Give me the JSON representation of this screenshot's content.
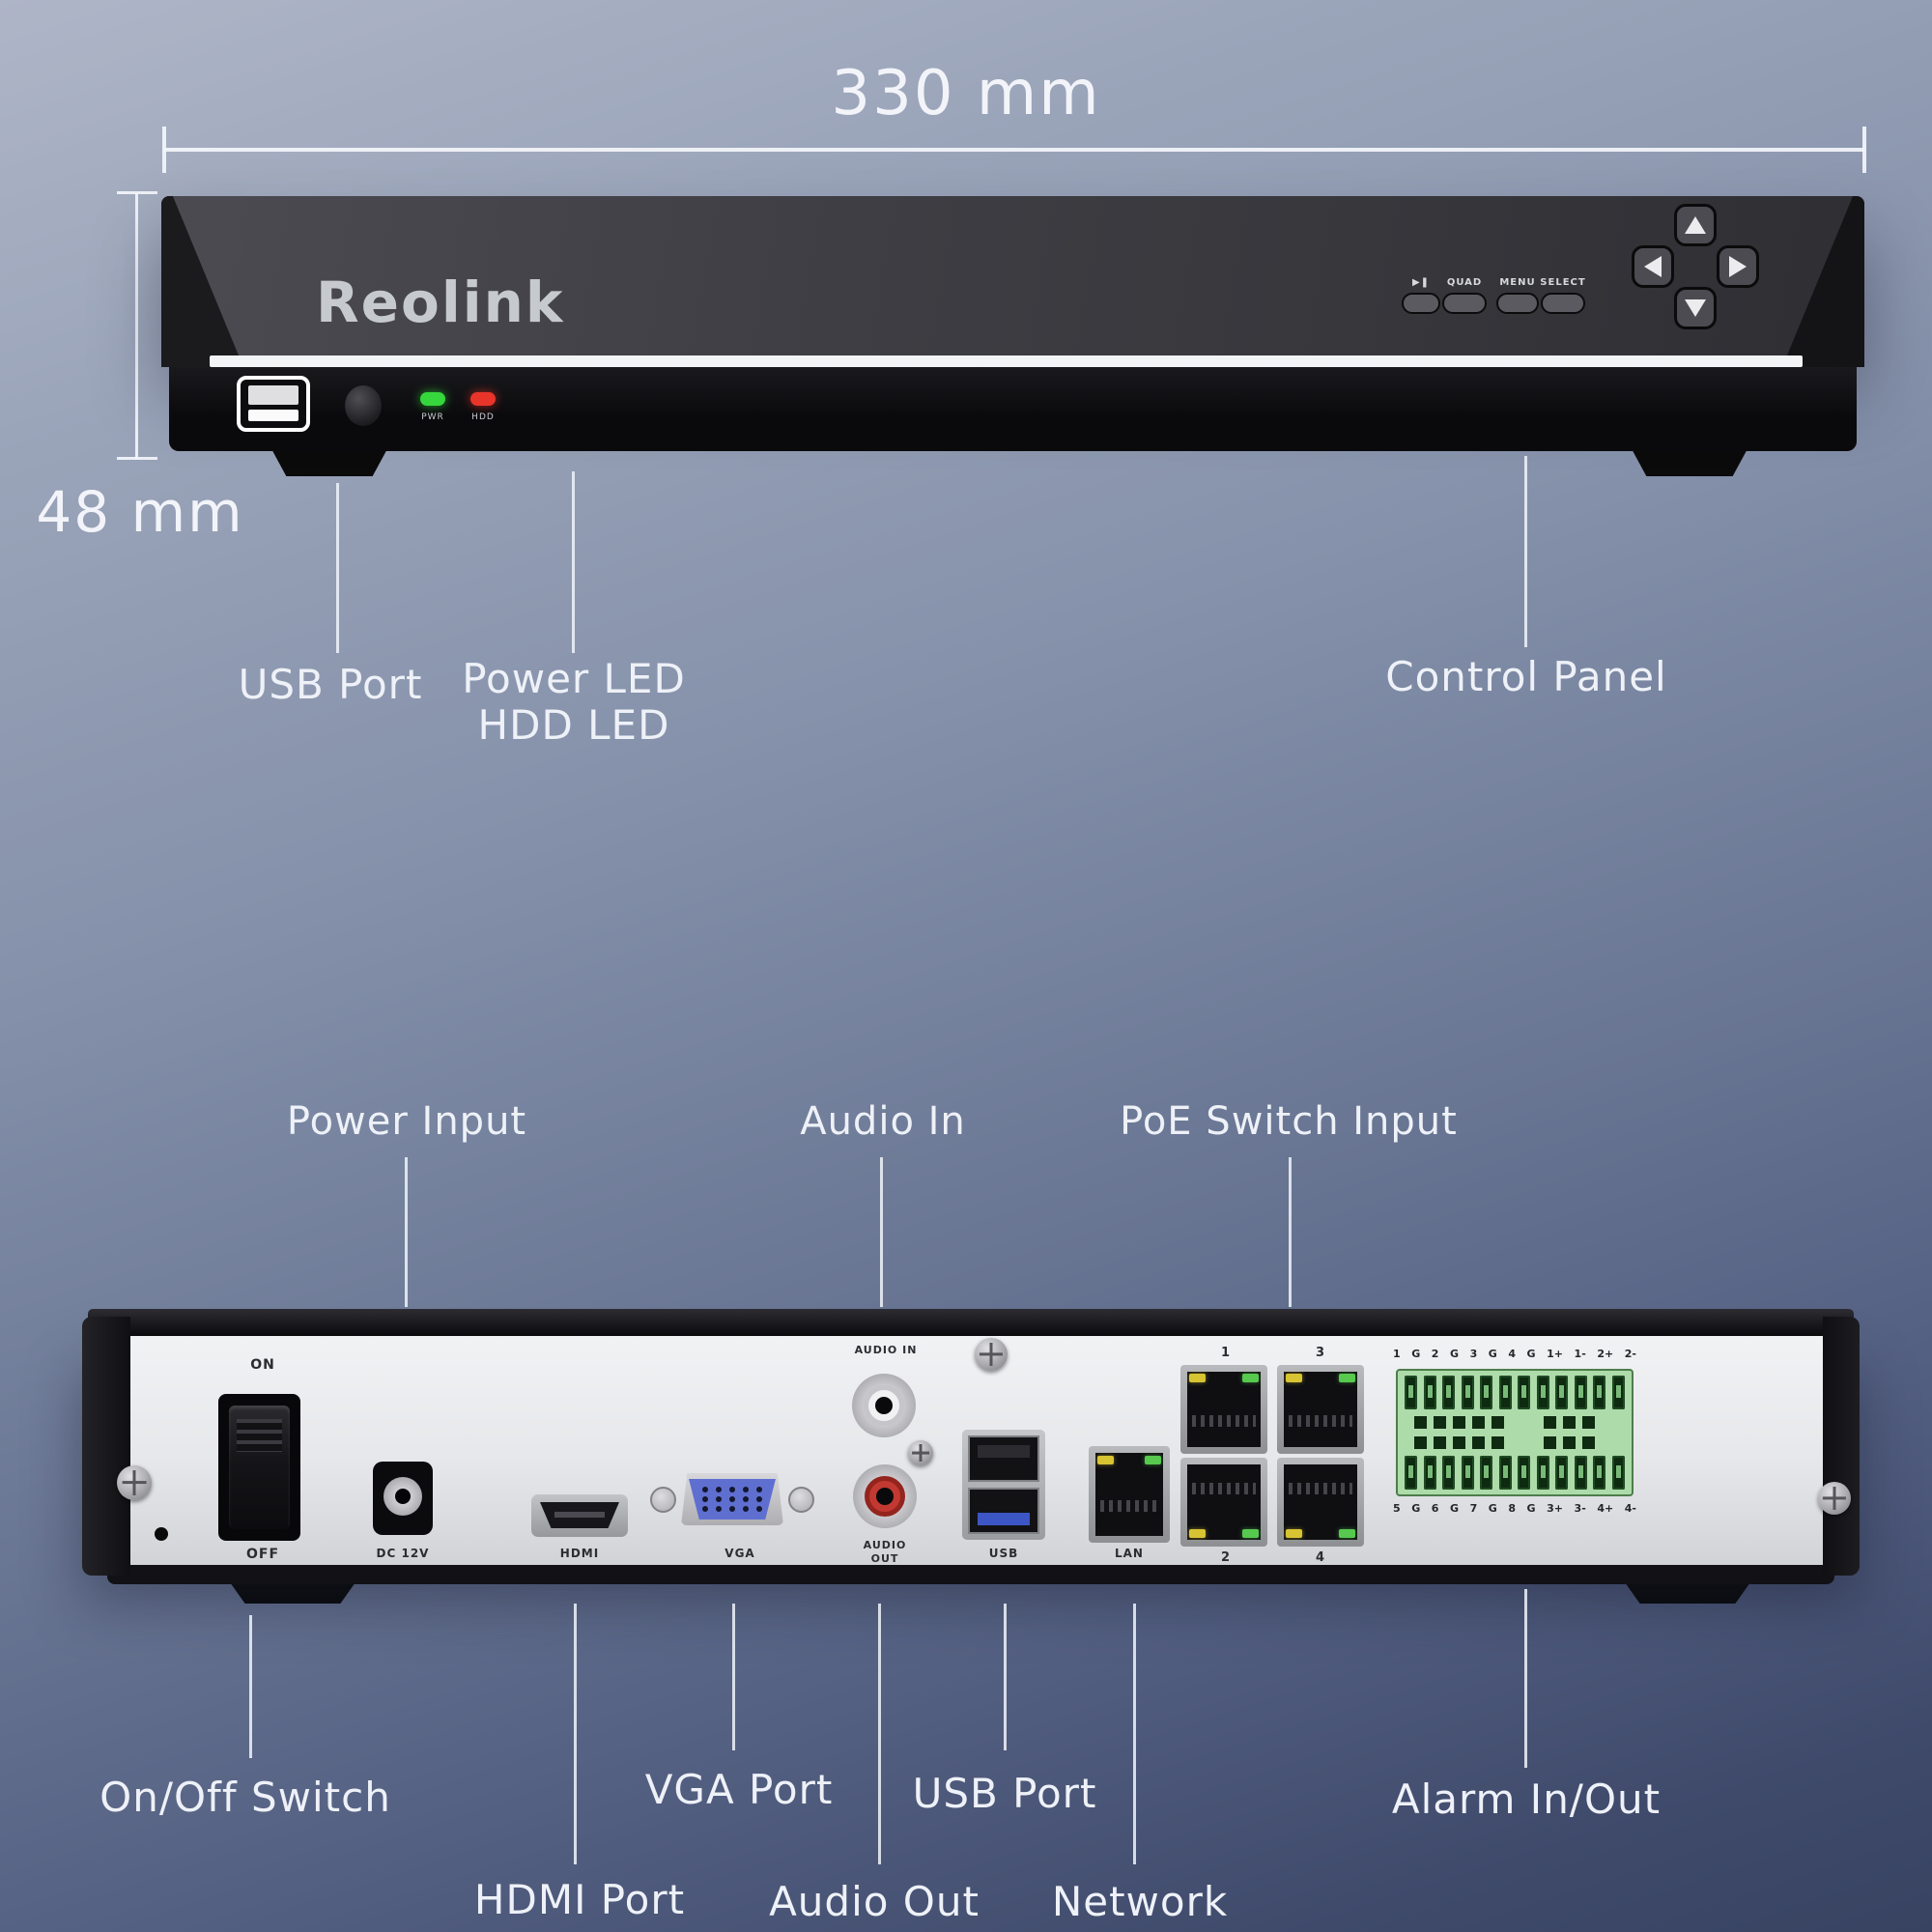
{
  "title": "Reolink NVR dimensions and ports diagram",
  "dimensions": {
    "width": "330 mm",
    "height": "48 mm"
  },
  "brand": "Reolink",
  "front": {
    "led_labels": {
      "pwr": "PWR",
      "hdd": "HDD"
    },
    "button_labels": {
      "play_pause": "▶❚",
      "quad": "QUAD",
      "menu": "MENU",
      "select": "SELECT"
    },
    "callouts": {
      "usb": "USB Port",
      "power_led_line1": "Power LED",
      "power_led_line2": "HDD LED",
      "control_panel": "Control Panel"
    }
  },
  "rear": {
    "callouts_top": [
      "Power Input",
      "Audio In",
      "PoE Switch Input"
    ],
    "callouts_bottom": [
      "On/Off Switch",
      "HDMI Port",
      "VGA Port",
      "Audio Out",
      "USB Port",
      "Network",
      "Alarm In/Out"
    ],
    "port_labels": {
      "on": "ON",
      "off": "OFF",
      "dc": "DC 12V",
      "hdmi": "HDMI",
      "vga": "VGA",
      "audio_in": "AUDIO IN",
      "audio_out_line1": "AUDIO",
      "audio_out_line2": "OUT",
      "usb": "USB",
      "lan": "LAN",
      "poe_1": "1",
      "poe_2": "2",
      "poe_3": "3",
      "poe_4": "4"
    },
    "terminal_pins_top": [
      "1",
      "G",
      "2",
      "G",
      "3",
      "G",
      "4",
      "G",
      "1+",
      "1-",
      "2+",
      "2-"
    ],
    "terminal_pins_bottom": [
      "5",
      "G",
      "6",
      "G",
      "7",
      "G",
      "8",
      "G",
      "3+",
      "3-",
      "4+",
      "4-"
    ]
  },
  "colors": {
    "background_top": "#aeb5c7",
    "background_bottom": "#384362",
    "led_power": "#35d73c",
    "led_hdd": "#e8342a",
    "terminal_green": "#aedbaa",
    "vga_blue": "#5f6fd0",
    "usb3_blue": "#3d56c6",
    "rca_red": "#c23931"
  }
}
